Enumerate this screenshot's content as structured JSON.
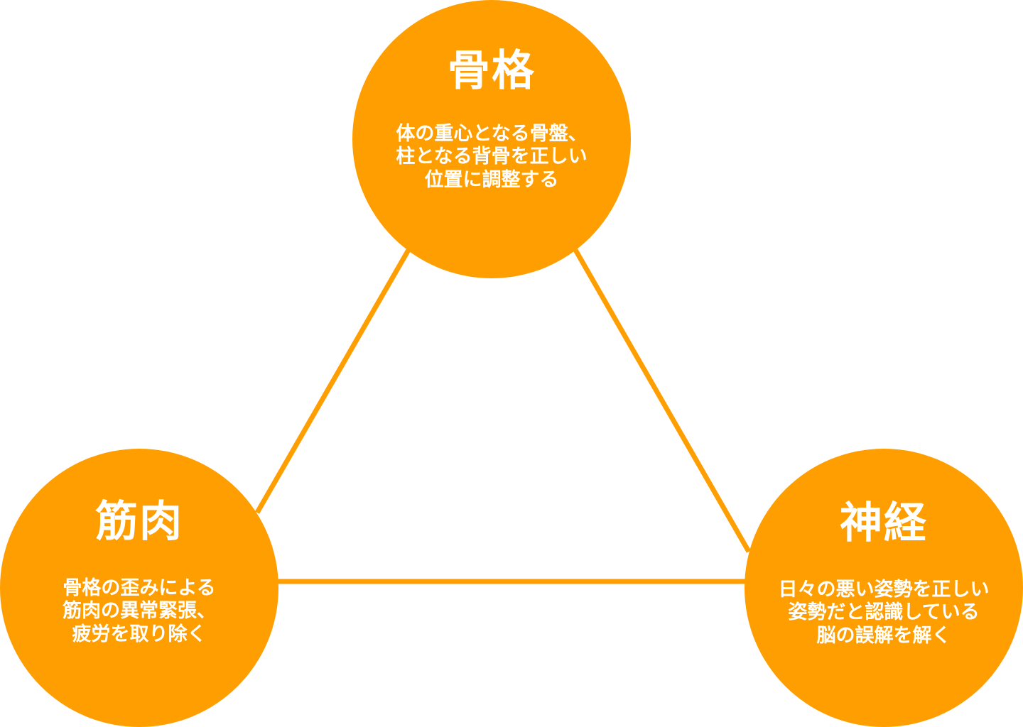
{
  "colors": {
    "accent": "#FF9E00",
    "text": "#FFFFFF",
    "background": "#FFFFFF"
  },
  "nodes": {
    "skeleton": {
      "title": "骨格",
      "lines": [
        "体の重心となる骨盤、",
        "柱となる背骨を正しい",
        "位置に調整する"
      ]
    },
    "muscle": {
      "title": "筋肉",
      "lines": [
        "骨格の歪みによる",
        "筋肉の異常緊張、",
        "疲労を取り除く"
      ]
    },
    "nerve": {
      "title": "神経",
      "lines": [
        "日々の悪い姿勢を正しい",
        "姿勢だと認識している",
        "脳の誤解を解く"
      ]
    }
  }
}
